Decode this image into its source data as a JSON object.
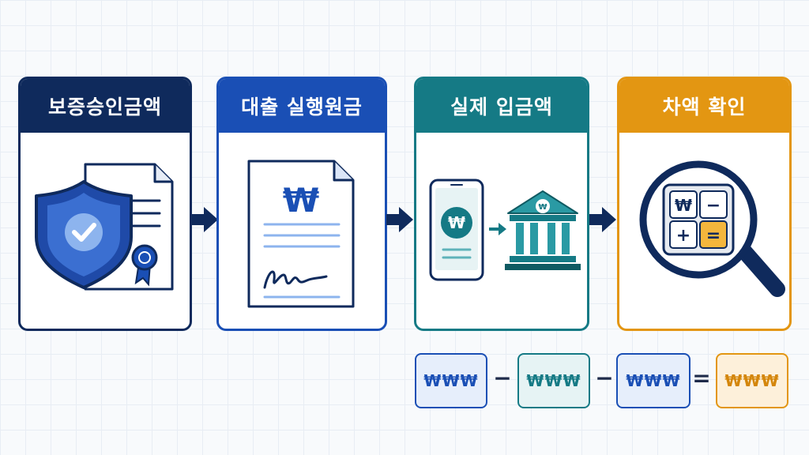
{
  "steps": [
    {
      "title": "보증승인금액",
      "color": "#0f2a5c"
    },
    {
      "title": "대출 실행원금",
      "color": "#1a4fb5"
    },
    {
      "title": "실제 입금액",
      "color": "#157a85"
    },
    {
      "title": "차액 확인",
      "color": "#e39612"
    }
  ],
  "doc_symbol": "₩",
  "coin_symbol": "₩",
  "bank_symbol": "₩",
  "calc": {
    "won": "₩",
    "minus": "−",
    "plus": "+",
    "equals": "="
  },
  "formula": {
    "box1": "₩₩₩",
    "box2": "₩₩₩",
    "box3": "₩₩₩",
    "box4": "₩₩₩",
    "op1": "−",
    "op2": "−",
    "op3": "="
  },
  "icons": {
    "step1": "shield-check-certificate-icon",
    "step2": "loan-contract-document-icon",
    "step3": "phone-to-bank-transfer-icon",
    "step4": "magnifier-calculator-icon",
    "connector": "arrow-right-icon"
  }
}
